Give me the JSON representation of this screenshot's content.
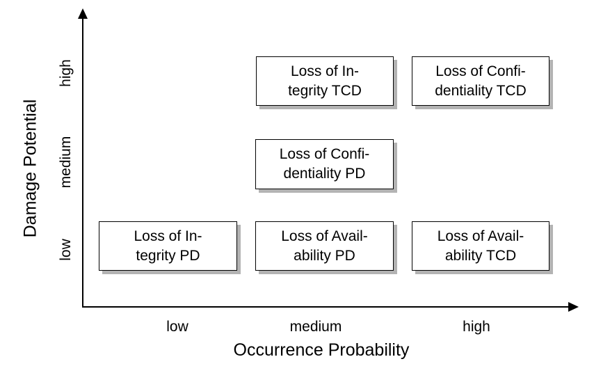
{
  "colors": {
    "background": "#ffffff",
    "axis": "#000000",
    "box_fill": "#ffffff",
    "box_border": "#000000",
    "box_shadow": "#b3b3b3",
    "text": "#000000"
  },
  "axes": {
    "x_label": "Occurrence Probability",
    "y_label": "Damage Potential",
    "x_ticks": [
      "low",
      "medium",
      "high"
    ],
    "y_ticks": [
      "high",
      "medium",
      "low"
    ]
  },
  "boxes": [
    {
      "line1": "Loss of In-",
      "line2": "tegrity TCD"
    },
    {
      "line1": "Loss of Confi-",
      "line2": "dentiality TCD"
    },
    {
      "line1": "Loss of Confi-",
      "line2": "dentiality PD"
    },
    {
      "line1": "Loss of In-",
      "line2": "tegrity PD"
    },
    {
      "line1": "Loss of Avail-",
      "line2": "ability PD"
    },
    {
      "line1": "Loss of Avail-",
      "line2": "ability TCD"
    }
  ],
  "chart_data": {
    "type": "scatter",
    "title": "",
    "xlabel": "Occurrence Probability",
    "ylabel": "Damage Potential",
    "x_ticks": [
      "low",
      "medium",
      "high"
    ],
    "y_ticks": [
      "low",
      "medium",
      "high"
    ],
    "grid": false,
    "legend": false,
    "points": [
      {
        "x": "medium",
        "y": "high",
        "label": "Loss of Integrity TCD"
      },
      {
        "x": "high",
        "y": "high",
        "label": "Loss of Confidentiality TCD"
      },
      {
        "x": "medium",
        "y": "medium",
        "label": "Loss of Confidentiality PD"
      },
      {
        "x": "low",
        "y": "low",
        "label": "Loss of Integrity PD"
      },
      {
        "x": "medium",
        "y": "low",
        "label": "Loss of Availability PD"
      },
      {
        "x": "high",
        "y": "low",
        "label": "Loss of Availability TCD"
      }
    ]
  }
}
